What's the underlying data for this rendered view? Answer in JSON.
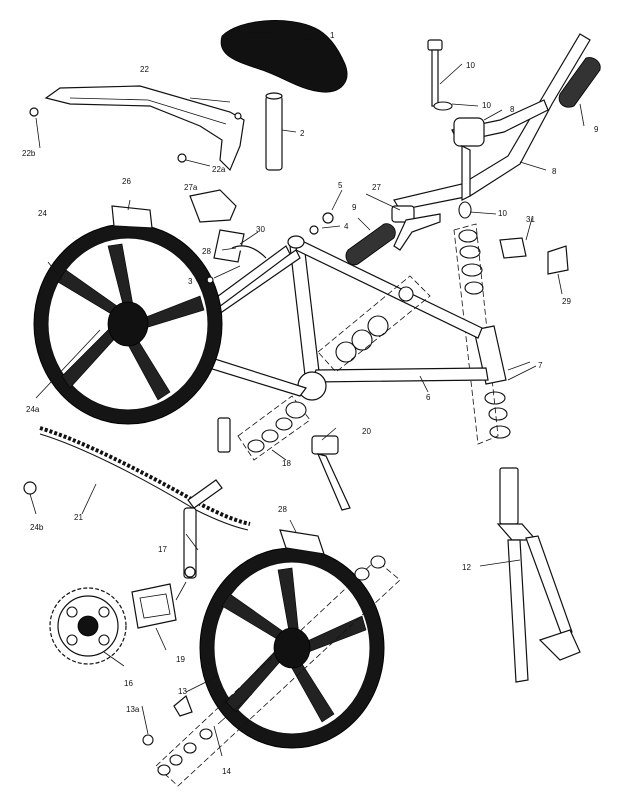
{
  "diagram": {
    "callouts": [
      {
        "id": "1",
        "text": "1"
      },
      {
        "id": "2",
        "text": "2"
      },
      {
        "id": "3",
        "text": "3"
      },
      {
        "id": "4",
        "text": "4"
      },
      {
        "id": "5",
        "text": "5"
      },
      {
        "id": "6",
        "text": "6"
      },
      {
        "id": "7",
        "text": "7"
      },
      {
        "id": "8a",
        "text": "8"
      },
      {
        "id": "8b",
        "text": "8"
      },
      {
        "id": "9a",
        "text": "9"
      },
      {
        "id": "9b",
        "text": "9"
      },
      {
        "id": "10a",
        "text": "10"
      },
      {
        "id": "10b",
        "text": "10"
      },
      {
        "id": "10c",
        "text": "10"
      },
      {
        "id": "12",
        "text": "12"
      },
      {
        "id": "13",
        "text": "13"
      },
      {
        "id": "13a",
        "text": "13a"
      },
      {
        "id": "14",
        "text": "14"
      },
      {
        "id": "16",
        "text": "16"
      },
      {
        "id": "17",
        "text": "17"
      },
      {
        "id": "18",
        "text": "18"
      },
      {
        "id": "19",
        "text": "19"
      },
      {
        "id": "20",
        "text": "20"
      },
      {
        "id": "21",
        "text": "21"
      },
      {
        "id": "22",
        "text": "22"
      },
      {
        "id": "22a",
        "text": "22a"
      },
      {
        "id": "22b",
        "text": "22b"
      },
      {
        "id": "24",
        "text": "24"
      },
      {
        "id": "24a",
        "text": "24a"
      },
      {
        "id": "24b",
        "text": "24b"
      },
      {
        "id": "26",
        "text": "26"
      },
      {
        "id": "27",
        "text": "27"
      },
      {
        "id": "27a",
        "text": "27a"
      },
      {
        "id": "28a",
        "text": "28"
      },
      {
        "id": "28b",
        "text": "28"
      },
      {
        "id": "29",
        "text": "29"
      },
      {
        "id": "30",
        "text": "30"
      },
      {
        "id": "31",
        "text": "31"
      }
    ]
  }
}
